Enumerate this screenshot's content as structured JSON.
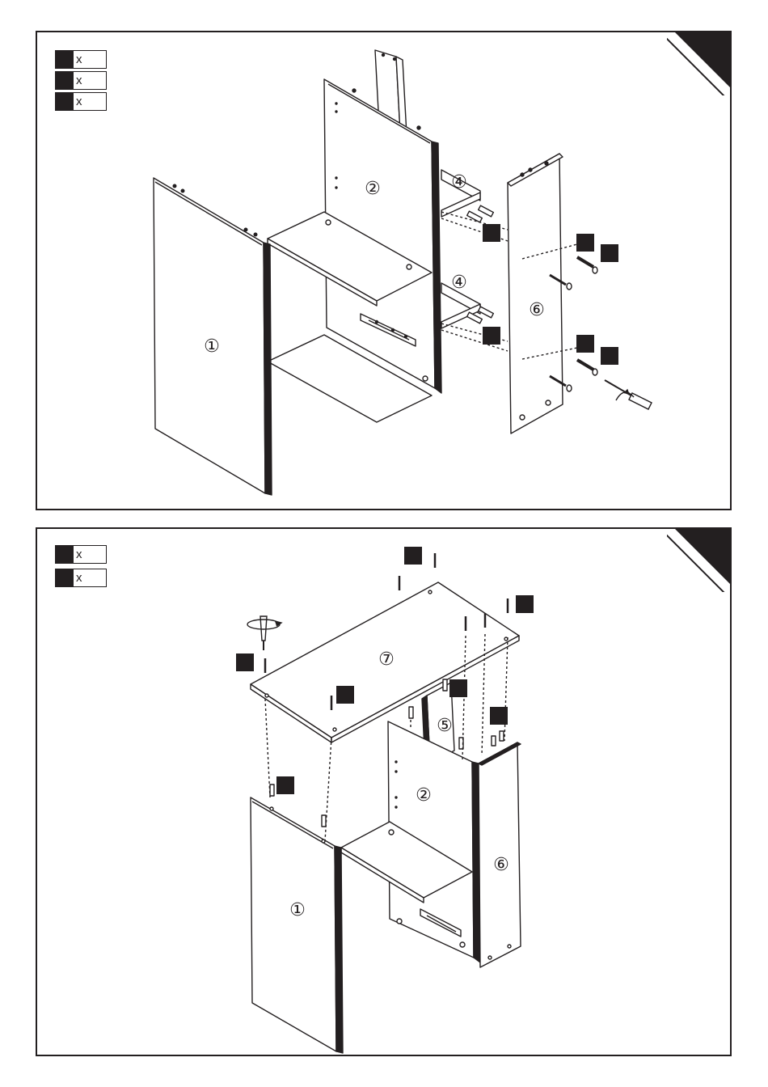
{
  "steps": [
    {
      "legend": [
        {
          "qty_marker": "x"
        },
        {
          "qty_marker": "x"
        },
        {
          "qty_marker": "x"
        }
      ],
      "part_labels": {
        "side_panel": "①",
        "back_panel": "②",
        "upper_rail": "④",
        "lower_rail": "④",
        "front_panel": "⑥"
      }
    },
    {
      "legend": [
        {
          "qty_marker": "x"
        },
        {
          "qty_marker": "x"
        }
      ],
      "part_labels": {
        "top_panel": "⑦",
        "divider_panel": "⑤",
        "back_panel": "②",
        "side_panel": "①",
        "front_panel": "⑥"
      }
    }
  ],
  "colors": {
    "ink": "#231f20",
    "paper": "#ffffff"
  },
  "icons": [
    "screwdriver-icon",
    "rotate-arrow-icon",
    "dowel-icon",
    "cam-bolt-icon",
    "screw-icon",
    "drawer-runner-icon",
    "hardware-tag-icon"
  ]
}
